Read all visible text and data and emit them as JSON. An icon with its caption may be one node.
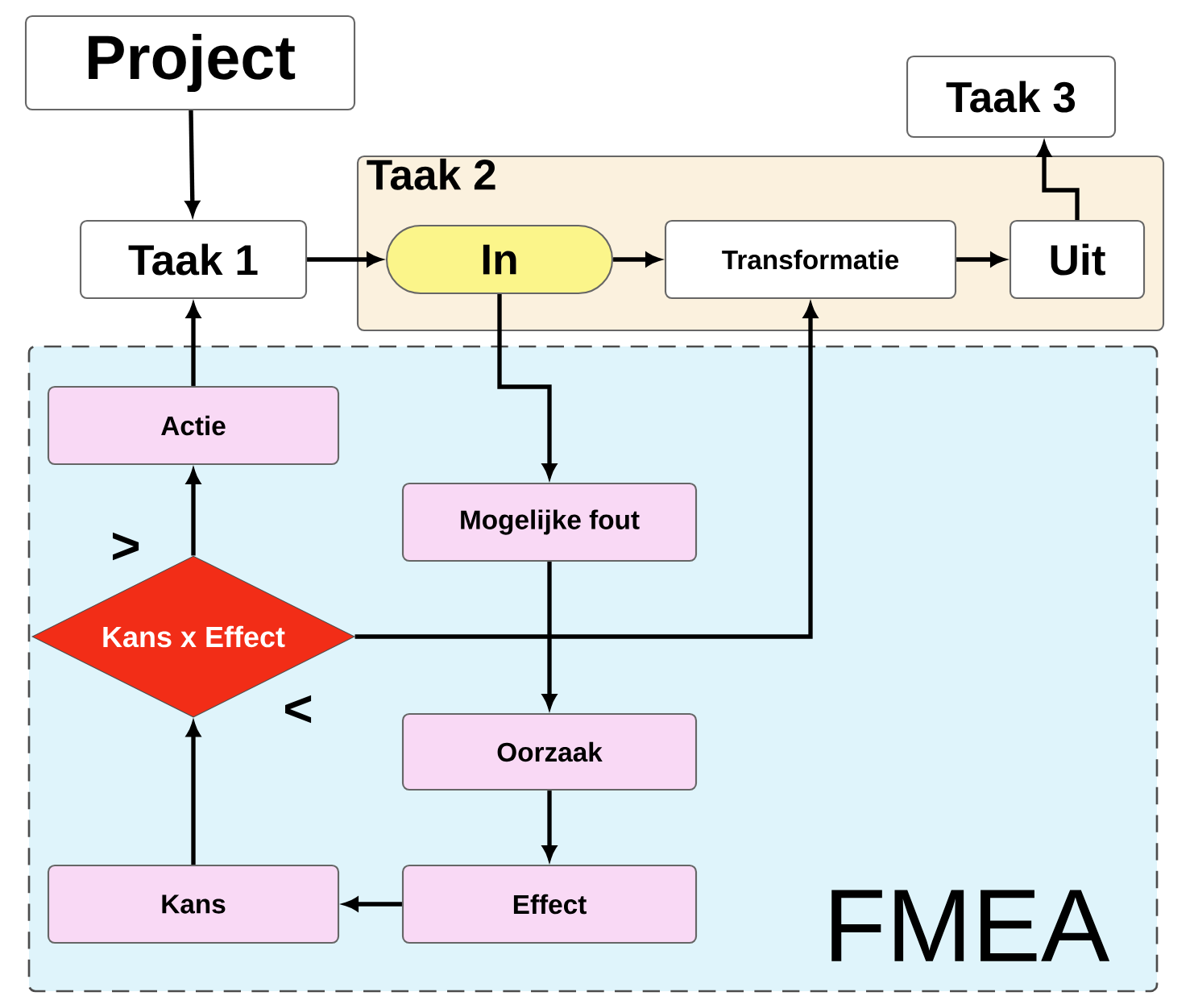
{
  "diagram": {
    "nodes": [
      {
        "text": [
          "Project"
        ]
      },
      {
        "text": [
          "Taak 1"
        ]
      },
      {
        "text": [
          "Taak 2"
        ]
      },
      {
        "text": [
          "In"
        ],
        "in": 2
      },
      {
        "text": [
          "Transformatie"
        ],
        "in": 2
      },
      {
        "text": [
          "Uit"
        ],
        "in": 2
      },
      {
        "text": [
          "Taak 3"
        ]
      },
      {
        "text": [
          "FMEA"
        ]
      },
      {
        "text": [
          "Actie"
        ],
        "in": 7
      },
      {
        "text": [
          "Mogelijke fout"
        ],
        "in": 7
      },
      {
        "text": [
          "Kans x Effect"
        ],
        "in": 7
      },
      {
        "text": [
          "Oorzaak"
        ],
        "in": 7
      },
      {
        "text": [
          "Kans"
        ],
        "in": 7
      },
      {
        "text": [
          "Effect"
        ],
        "in": 7
      }
    ],
    "edges": [
      {
        "from": 0,
        "to": 1,
        "arrow": "to"
      },
      {
        "from": 1,
        "to": 3,
        "arrow": "to"
      },
      {
        "from": 3,
        "to": 4,
        "arrow": "to"
      },
      {
        "from": 4,
        "to": 5,
        "arrow": "to"
      },
      {
        "from": 5,
        "to": 6,
        "arrow": "to"
      },
      {
        "from": 3,
        "to": 9,
        "arrow": "to"
      },
      {
        "from": 9,
        "to": 11,
        "arrow": "to"
      },
      {
        "from": 11,
        "to": 13,
        "arrow": "to"
      },
      {
        "from": 13,
        "to": 12,
        "arrow": "to"
      },
      {
        "from": 12,
        "to": 10,
        "arrow": "to"
      },
      {
        "from": 10,
        "to": 8,
        "arrow": "to"
      },
      {
        "from": 8,
        "to": 1,
        "arrow": "to"
      },
      {
        "from": 10,
        "to": 4,
        "arrow": "to"
      }
    ],
    "labels": [
      ">",
      "<"
    ]
  }
}
